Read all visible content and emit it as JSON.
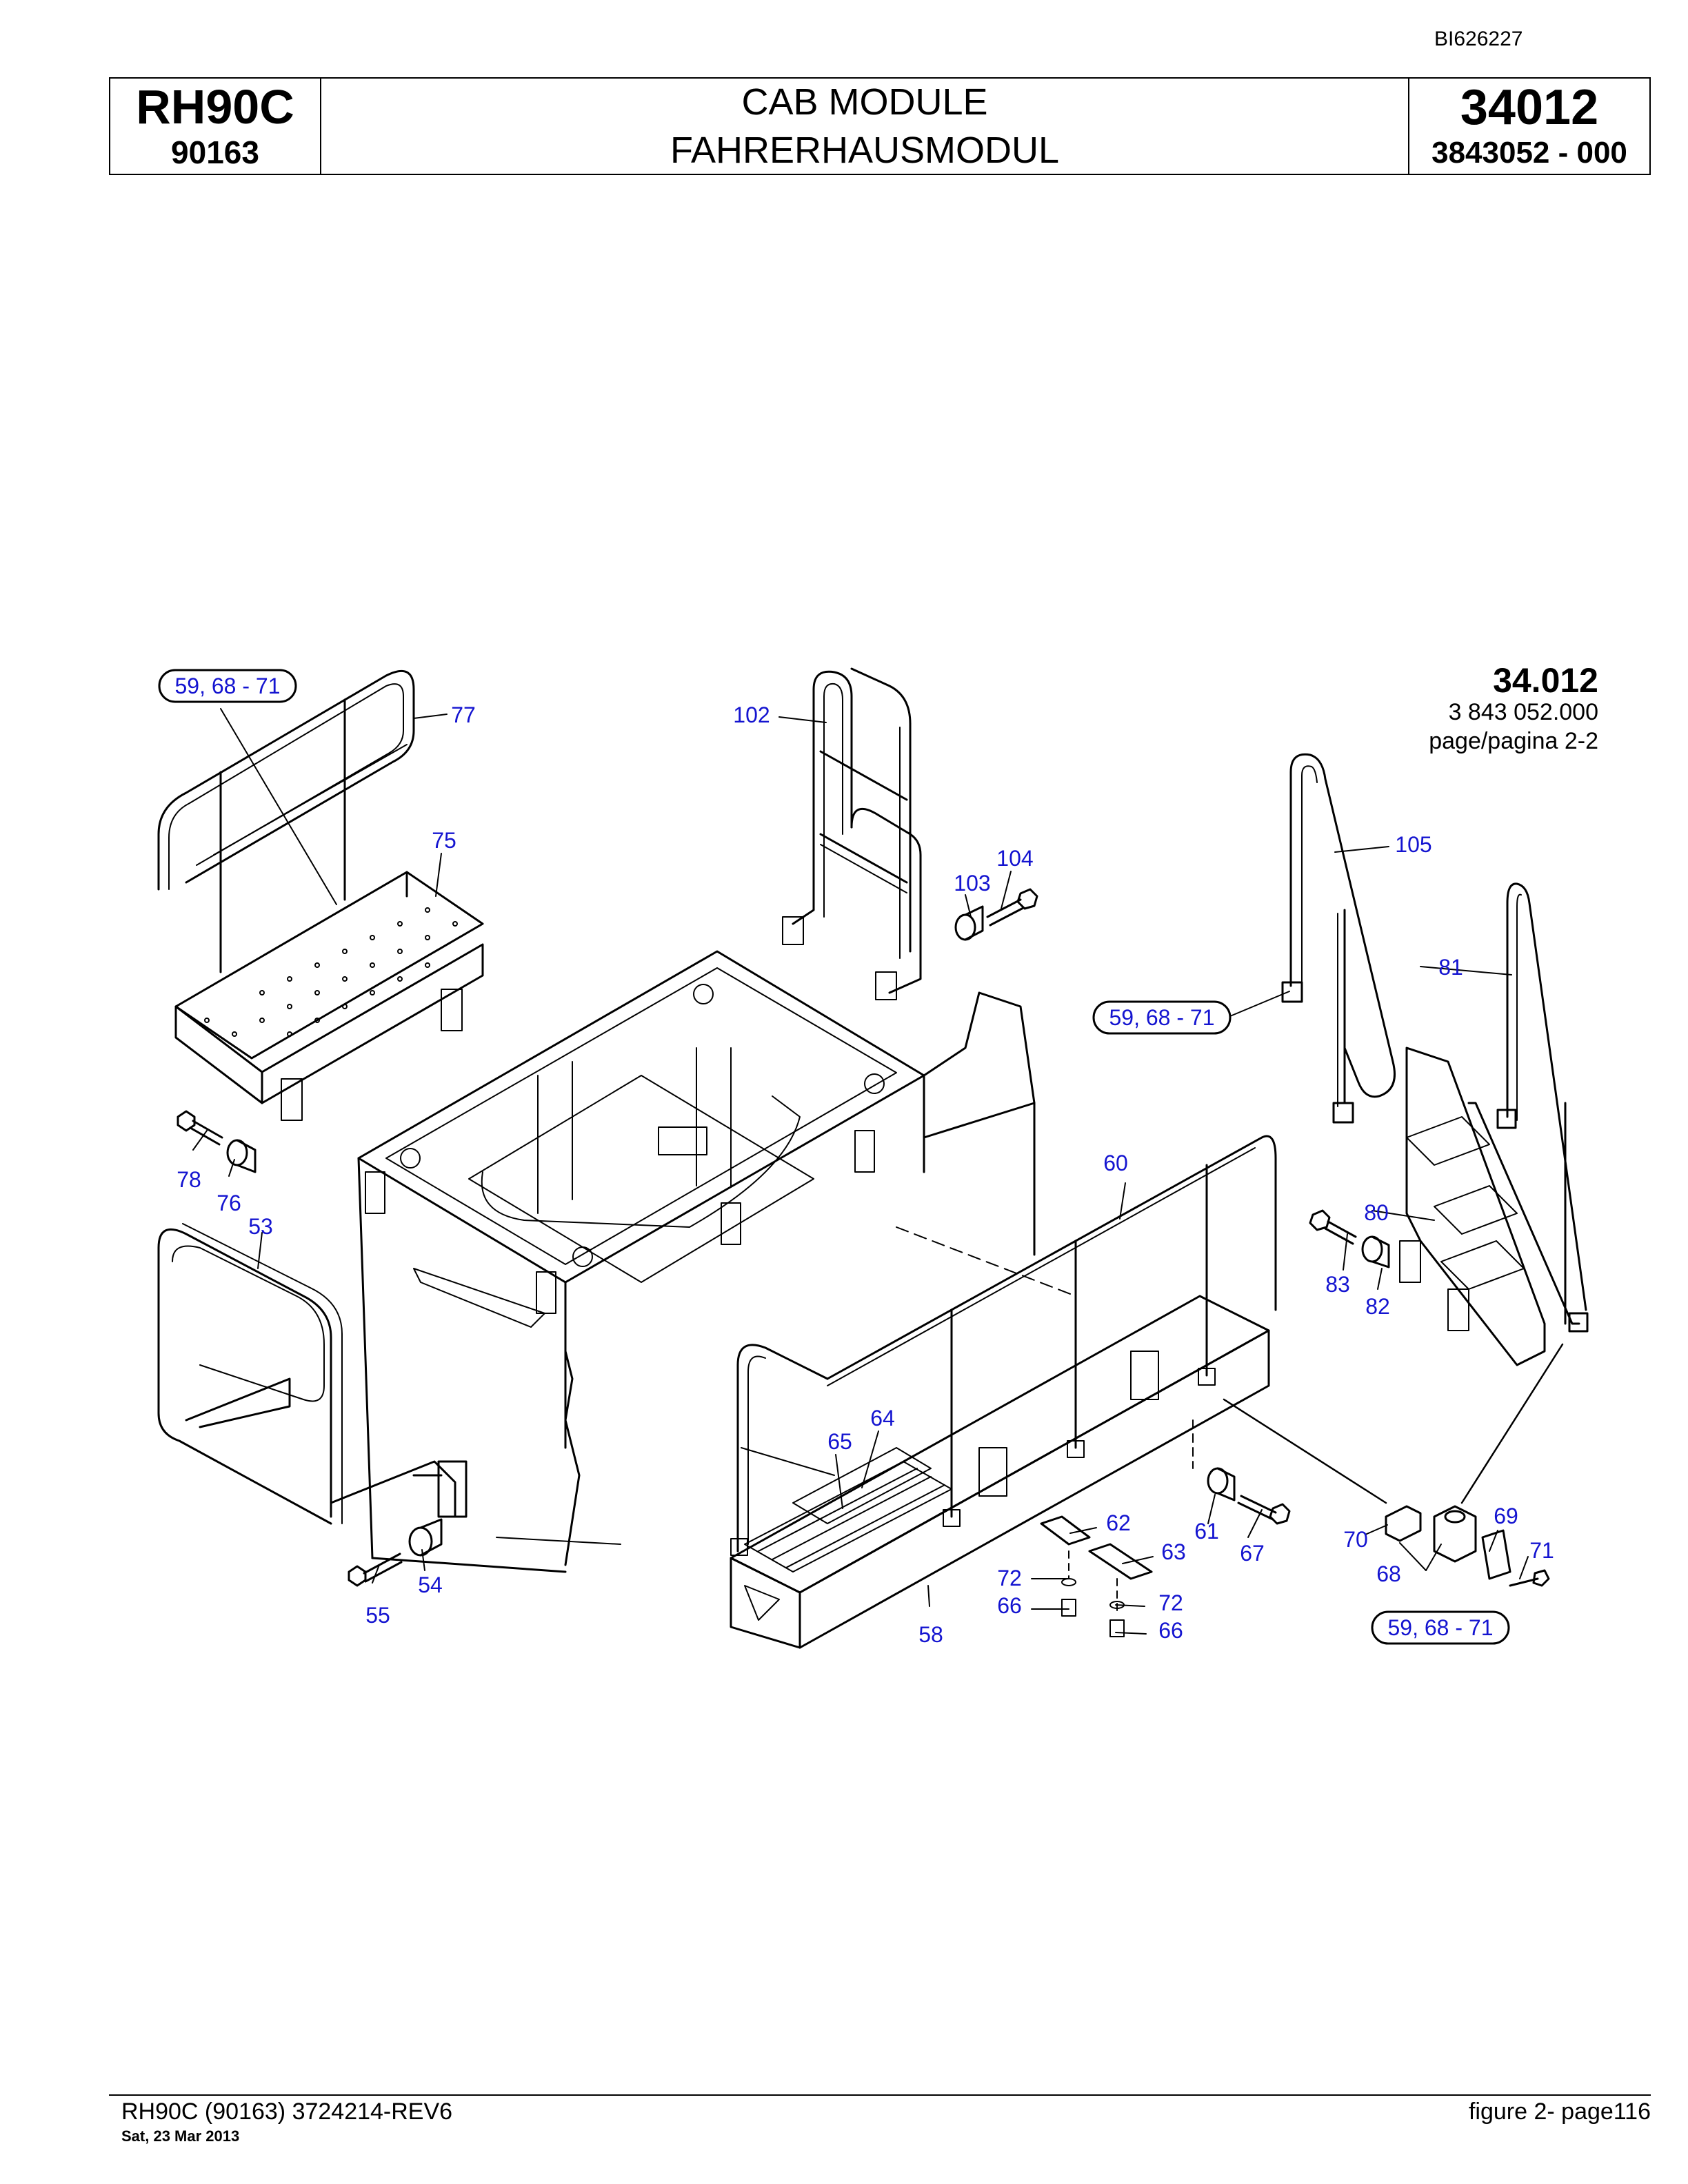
{
  "doc_id": "BI626227",
  "header": {
    "model": "RH90C",
    "serial": "90163",
    "title_en": "CAB MODULE",
    "title_de": "FAHRERHAUSMODUL",
    "figure": "34012",
    "part_no": "3843052  - 000"
  },
  "figure_ref": {
    "number": "34.012",
    "code": "3 843 052.000",
    "page": "page/pagina 2-2"
  },
  "callouts": {
    "group_a": "59, 68 - 71",
    "group_b": "59, 68 - 71",
    "group_c": "59, 68 - 71",
    "n53": "53",
    "n54": "54",
    "n55": "55",
    "n58": "58",
    "n60": "60",
    "n61": "61",
    "n62": "62",
    "n63": "63",
    "n64": "64",
    "n65": "65",
    "n66a": "66",
    "n66b": "66",
    "n67": "67",
    "n68": "68",
    "n69": "69",
    "n70": "70",
    "n71": "71",
    "n72a": "72",
    "n72b": "72",
    "n75": "75",
    "n76": "76",
    "n77": "77",
    "n78": "78",
    "n80": "80",
    "n81": "81",
    "n82": "82",
    "n83": "83",
    "n102": "102",
    "n103": "103",
    "n104": "104",
    "n105": "105"
  },
  "footer": {
    "left": "RH90C (90163) 3724214-REV6",
    "date": "Sat, 23 Mar 2013",
    "right": "figure  2- page116"
  },
  "colors": {
    "callout": "#1414d0",
    "line": "#000000"
  }
}
